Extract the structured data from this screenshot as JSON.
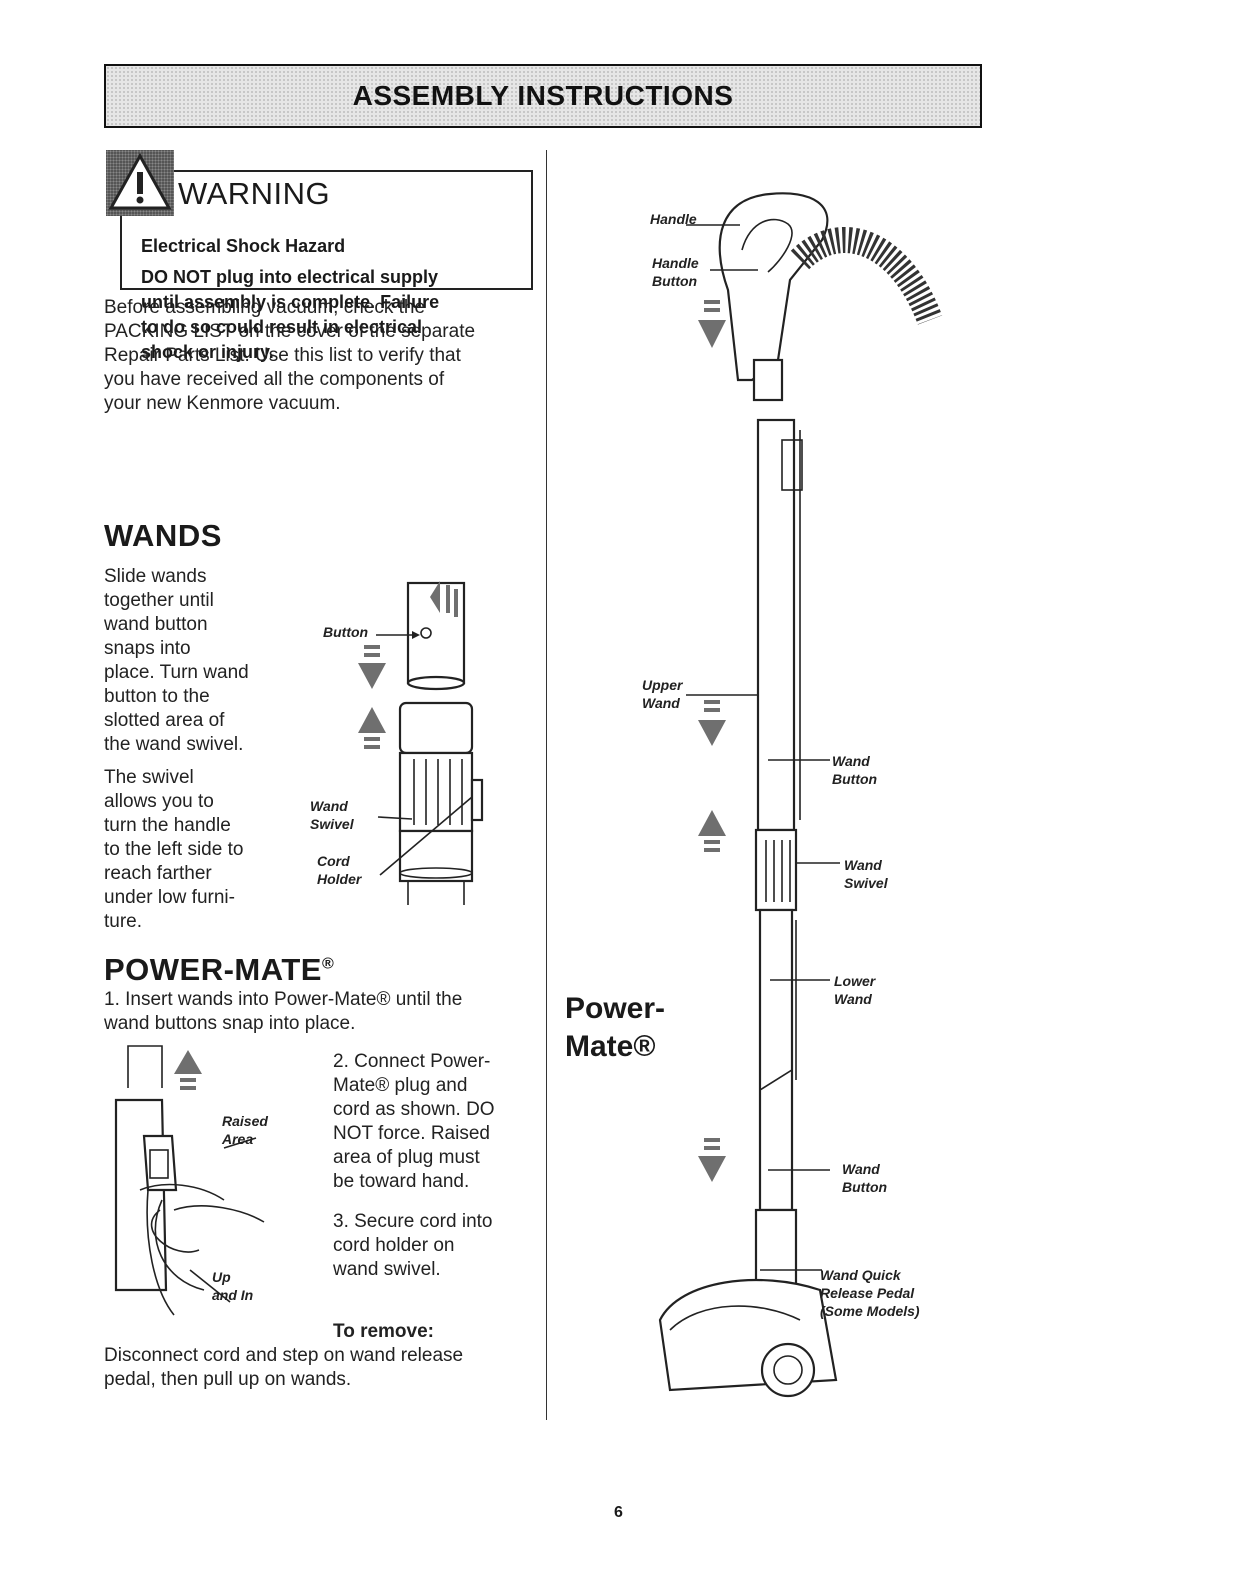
{
  "header": {
    "title": "ASSEMBLY INSTRUCTIONS"
  },
  "warning": {
    "title": "WARNING",
    "subtitle": "Electrical Shock Hazard",
    "lines": [
      "DO NOT plug into electrical supply",
      "until assembly is complete. Failure",
      "to do so could result in electrical",
      "shock or injury."
    ]
  },
  "intro": [
    "Before assembling vacuum, check the",
    "PACKING LIST on the cover of the separate",
    "Repair Parts List. Use this list to verify that",
    "you have received all the components of",
    "your new Kenmore vacuum."
  ],
  "wands": {
    "heading": "WANDS",
    "para1": [
      "Slide wands",
      "together until",
      "wand button",
      "snaps into",
      "place. Turn wand",
      "button to the",
      "slotted area of",
      "the wand swivel."
    ],
    "para2": [
      "The swivel",
      "allows you to",
      "turn the handle",
      "to the left side to",
      "reach farther",
      "under low furni-",
      "ture."
    ],
    "labels": {
      "button": "Button",
      "wand": "Wand",
      "swivel": "Swivel",
      "cord": "Cord",
      "holder": "Holder"
    }
  },
  "powermate": {
    "heading": "POWER-MATE",
    "reg": "®",
    "step1": [
      "1. Insert wands into Power-Mate® until the",
      "wand buttons snap into place."
    ],
    "step2": [
      "2. Connect Power-",
      "Mate® plug and",
      "cord as shown. DO",
      "NOT force. Raised",
      "area of plug must",
      "be toward hand."
    ],
    "step3": [
      "3. Secure cord into",
      "cord holder on",
      "wand swivel."
    ],
    "labels": {
      "raised": "Raised",
      "area": "Area",
      "up": "Up",
      "and_in": "and In"
    },
    "remove_heading": "To remove:",
    "remove_text": [
      "Disconnect cord and step on wand release",
      "pedal, then pull up on wands."
    ]
  },
  "diagram": {
    "big_label_1": "Power-",
    "big_label_2": "Mate®",
    "handle": "Handle",
    "handle_button_1": "Handle",
    "handle_button_2": "Button",
    "upper_wand_1": "Upper",
    "upper_wand_2": "Wand",
    "wand_button_1": "Wand",
    "wand_button_2": "Button",
    "wand_swivel_1": "Wand",
    "wand_swivel_2": "Swivel",
    "lower_wand_1": "Lower",
    "lower_wand_2": "Wand",
    "wand_button_b1": "Wand",
    "wand_button_b2": "Button",
    "pedal_1": "Wand Quick",
    "pedal_2": "Release Pedal",
    "pedal_3": "(Some Models)"
  },
  "page_number": "6"
}
